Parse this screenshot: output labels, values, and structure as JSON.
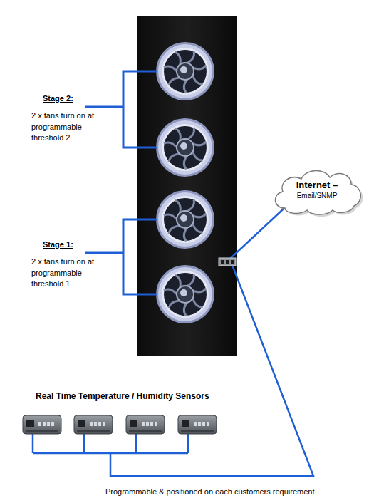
{
  "diagram": {
    "nodes": [
      {
        "text": [
          "Internet –",
          "Email/SNMP"
        ]
      }
    ],
    "labels": [
      "Stage 2:",
      "2 x fans turn on at programmable threshold 2",
      "Stage 1:",
      "2 x fans turn on at programmable threshold 1",
      "Real Time Temperature / Humidity Sensors",
      "Programmable & positioned on each customers requirement"
    ]
  }
}
